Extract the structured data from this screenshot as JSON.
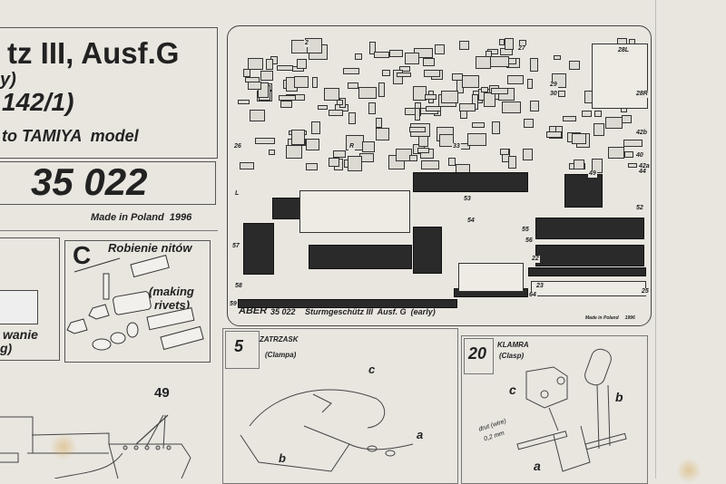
{
  "title_block": {
    "title_line1": "tz III, Ausf.G",
    "title_line2": "y)",
    "title_line3": "142/1)",
    "subtitle": "to TAMIYA  model",
    "catalog_number": "35 022",
    "made_in": "Made in Poland  1996"
  },
  "step_b": {
    "label_line1": "wanie",
    "label_line2": "g)"
  },
  "step_c": {
    "letter": "C",
    "title": "Robienie nitów",
    "subtitle_line1": "(making",
    "subtitle_line2": "rivets)"
  },
  "hull_diagram": {
    "part_number": "49"
  },
  "fret": {
    "brand": "ABER",
    "number": "35 022",
    "name": "Sturmgeschütz III  Ausf. G  (early)",
    "made_in": "Made in Poland     1996",
    "part_labels": [
      "2",
      "27",
      "28L",
      "28R",
      "29",
      "30",
      "33",
      "42b",
      "40",
      "42a",
      "44",
      "49",
      "52",
      "53",
      "54",
      "55",
      "56",
      "57",
      "58",
      "59",
      "64",
      "22",
      "23",
      "25",
      "26",
      "R",
      "L"
    ]
  },
  "step_5": {
    "number": "5",
    "title": "ZATRZASK",
    "subtitle": "(Clampa)",
    "labels": [
      "c",
      "a",
      "b"
    ]
  },
  "step_20": {
    "number": "20",
    "title": "KLAMRA",
    "subtitle": "(Clasp)",
    "labels": [
      "c",
      "b",
      "a"
    ],
    "wire_note_line1": "drut (wire)",
    "wire_note_line2": "0,2 mm"
  }
}
